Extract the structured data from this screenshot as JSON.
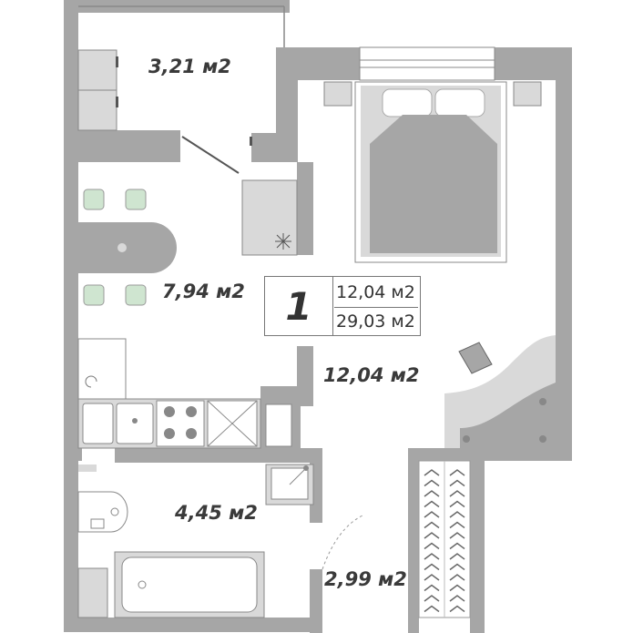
{
  "plan": {
    "rooms": [
      {
        "id": "balcony",
        "area": "3,21 м2"
      },
      {
        "id": "kitchen",
        "area": "7,94 м2"
      },
      {
        "id": "living",
        "area": "12,04 м2"
      },
      {
        "id": "bathroom",
        "area": "4,45 м2"
      },
      {
        "id": "hallway",
        "area": "2,99 м2"
      }
    ],
    "summary": {
      "rooms_count": "1",
      "living_area": "12,04 м2",
      "total_area": "29,03 м2"
    },
    "colors": {
      "wall": "#a6a6a6",
      "furniture": "#d9d9d9",
      "furniture_dark": "#a6a6a6",
      "line": "#666666",
      "green": "#cfe5d0"
    }
  }
}
